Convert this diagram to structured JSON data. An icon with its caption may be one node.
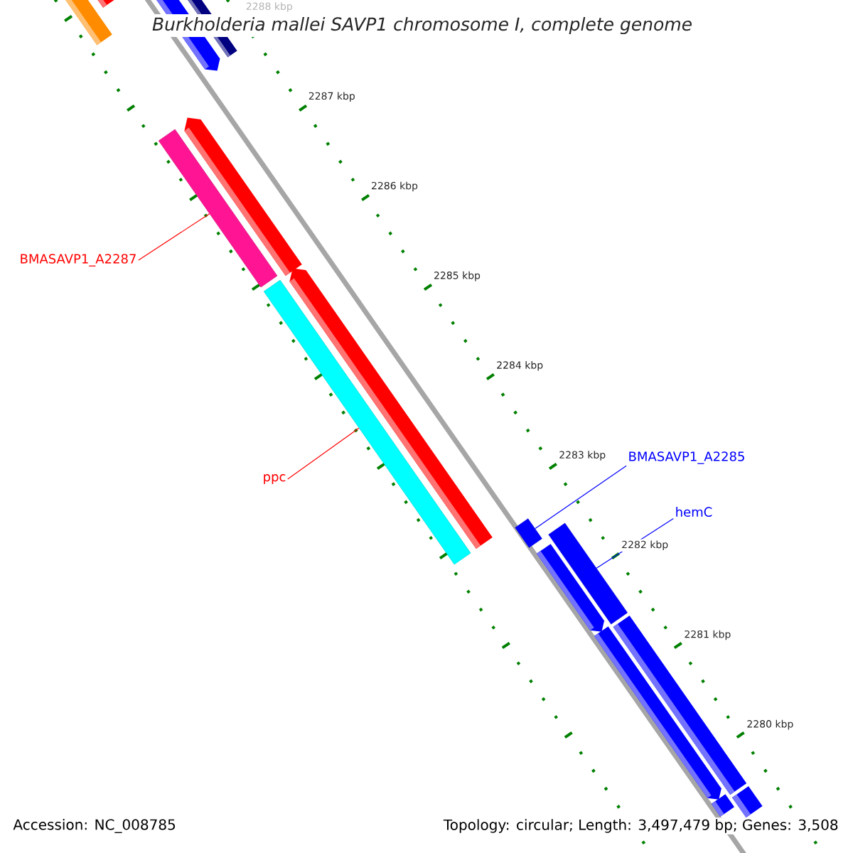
{
  "diagram": {
    "title": "Burkholderia mallei SAVP1 chromosome I, complete genome",
    "nodes": [
      {
        "text": [
          "BMASAVP1_A2287"
        ]
      },
      {
        "text": [],
        "shape": "bar"
      },
      {
        "text": [
          "ppc"
        ]
      },
      {
        "text": [],
        "shape": "bar"
      },
      {
        "text": [
          "BMASAVP1_A2285"
        ]
      },
      {
        "text": [],
        "shape": "bar"
      },
      {
        "text": [
          "hemC"
        ]
      },
      {
        "text": [],
        "shape": "bar"
      }
    ],
    "edges": [
      {
        "from": 0,
        "to": 1,
        "arrow": "none",
        "color": "#ff0000"
      },
      {
        "from": 2,
        "to": 3,
        "arrow": "none",
        "color": "#ff0000"
      },
      {
        "from": 4,
        "to": 5,
        "arrow": "none",
        "color": "#0000ff"
      },
      {
        "from": 6,
        "to": 7,
        "arrow": "none",
        "color": "#0000ff"
      }
    ],
    "labels": [
      "2288 kbp",
      "2287 kbp",
      "2286 kbp",
      "2285 kbp",
      "2284 kbp",
      "2283 kbp",
      "2282 kbp",
      "2281 kbp",
      "2280 kbp",
      "Accession: NC_008785",
      "Topology: circular; Length: 3,497,479 bp; Genes: 3,508"
    ]
  }
}
